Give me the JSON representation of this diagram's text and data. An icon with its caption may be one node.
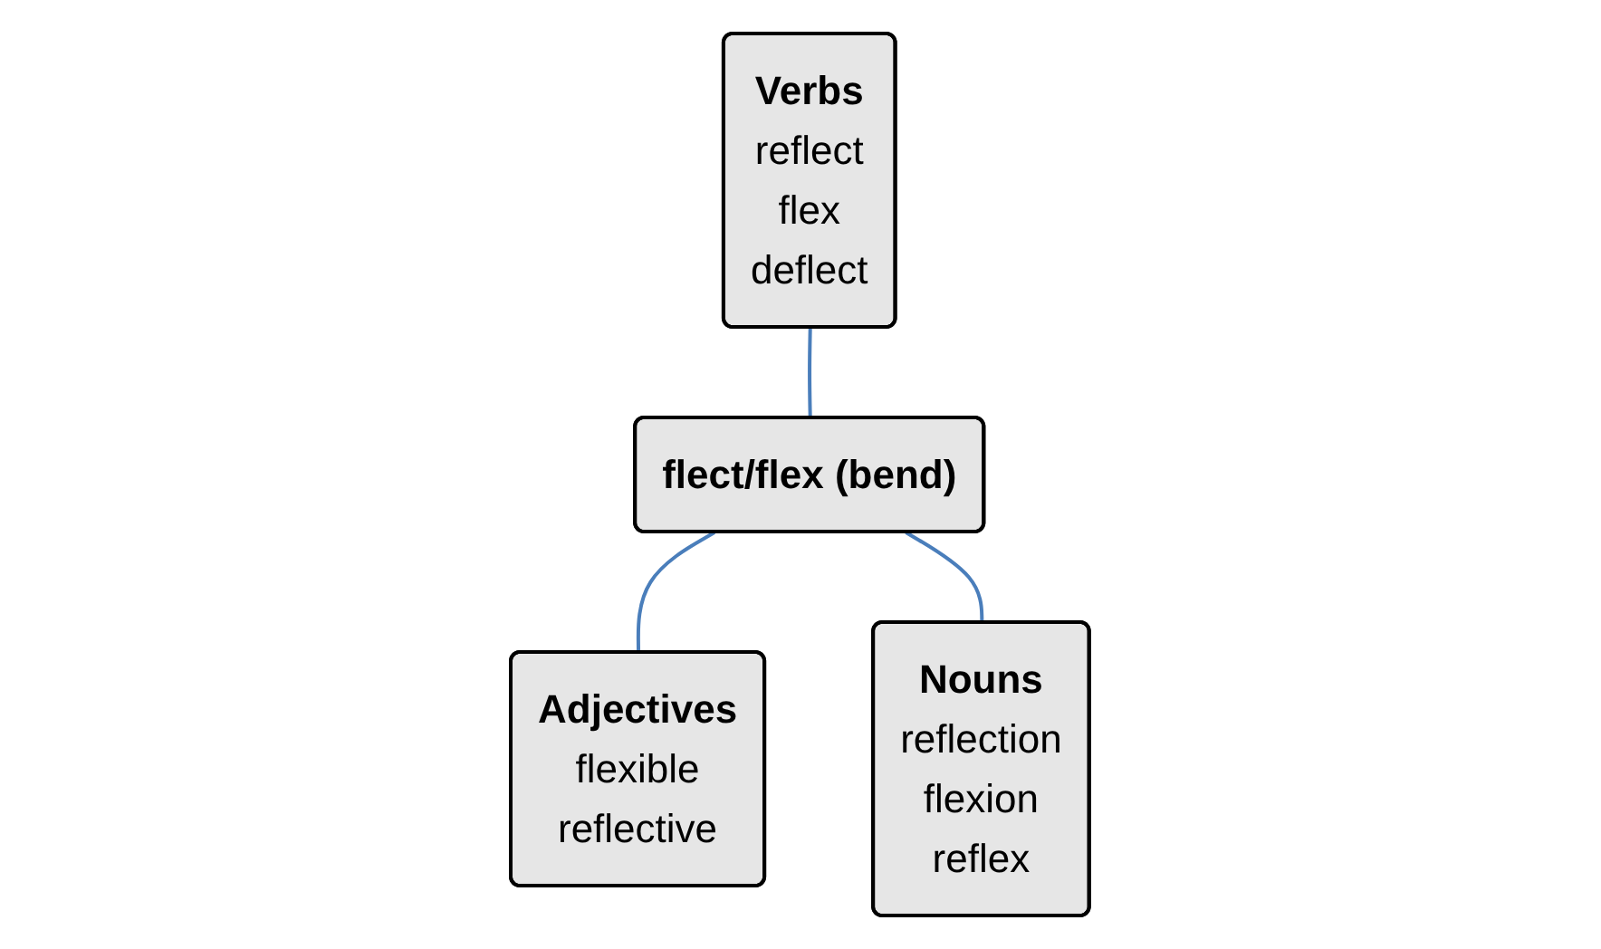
{
  "diagram": {
    "nodes": [
      {
        "text": [
          "Verbs",
          "reflect",
          "flex",
          "deflect"
        ]
      },
      {
        "text": [
          "flect/flex (bend)"
        ]
      },
      {
        "text": [
          "Adjectives",
          "flexible",
          "reflective"
        ]
      },
      {
        "text": [
          "Nouns",
          "reflection",
          "flexion",
          "reflex"
        ]
      }
    ],
    "edges": [
      {
        "from": 0,
        "to": 1,
        "arrow": "none"
      },
      {
        "from": 1,
        "to": 2,
        "arrow": "none"
      },
      {
        "from": 1,
        "to": 3,
        "arrow": "none"
      }
    ]
  }
}
